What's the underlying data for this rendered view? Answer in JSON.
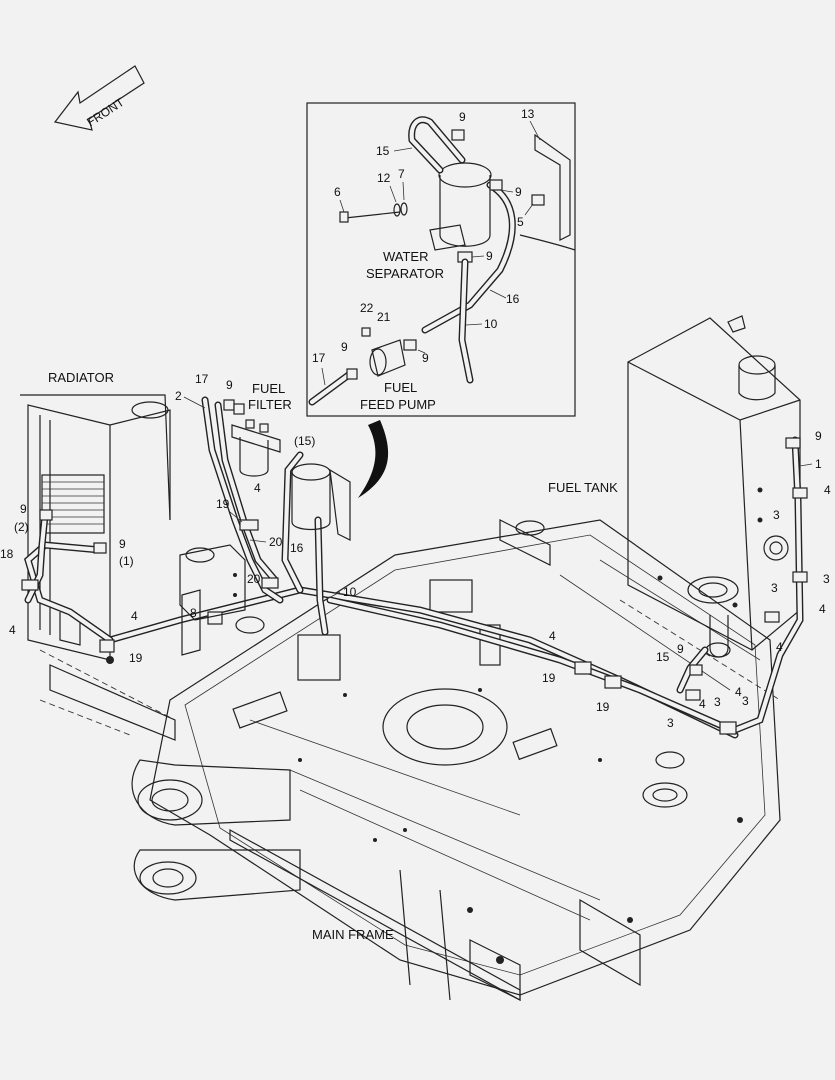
{
  "front": "FRONT",
  "titles": {
    "radiator": "RADIATOR",
    "fuel_filter_1": "FUEL",
    "fuel_filter_2": "FILTER",
    "fuel_tank": "FUEL TANK",
    "main_frame": "MAIN FRAME",
    "water_sep_1": "WATER",
    "water_sep_2": "SEPARATOR",
    "feed_pump_1": "FUEL",
    "feed_pump_2": "FEED PUMP"
  },
  "callouts": {
    "c13": "13",
    "c9a": "9",
    "c15a": "15",
    "c7": "7",
    "c12": "12",
    "c6": "6",
    "c9b": "9",
    "c5": "5",
    "c9c": "9",
    "c16a": "16",
    "c10a": "10",
    "c22": "22",
    "c21": "21",
    "c9d": "9",
    "c9e": "9",
    "c17a": "17",
    "c17b": "17",
    "c9f": "9",
    "c2": "2",
    "c15p": "(15)",
    "c4a": "4",
    "c19a": "19",
    "c20a": "20",
    "c16b": "16",
    "c20b": "20",
    "c10b": "10",
    "c8": "8",
    "c9g": "9",
    "c2p": "(2)",
    "c9h": "9",
    "c1p": "(1)",
    "c18": "18",
    "c4b": "4",
    "c4c": "4",
    "c19b": "19",
    "c9i": "9",
    "c1": "1",
    "c4d": "4",
    "c3a": "3",
    "c3b": "3",
    "c3c": "3",
    "c4e": "4",
    "c4f": "4",
    "c4g": "4",
    "c19c": "19",
    "c19d": "19",
    "c15b": "15",
    "c9j": "9",
    "c4h": "4",
    "c3d": "3",
    "c3e": "3",
    "c4i": "4",
    "c3f": "3"
  }
}
